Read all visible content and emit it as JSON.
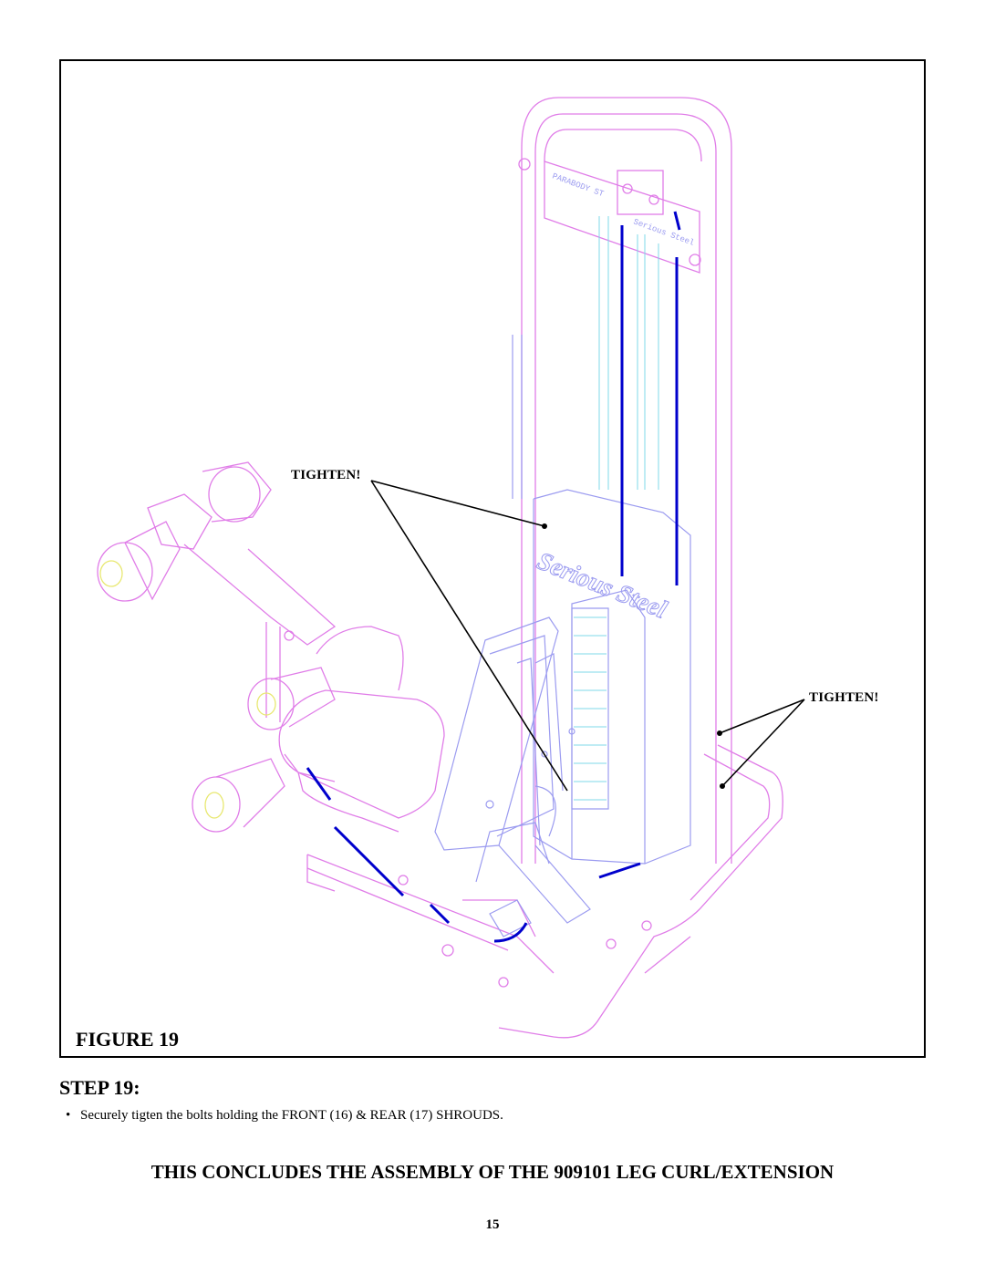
{
  "figure": {
    "caption": "FIGURE 19",
    "callout_left": "TIGHTEN!",
    "callout_right": "TIGHTEN!",
    "brand_text": "Serious Steel",
    "top_plate_text": "PARABODY ST",
    "top_plate_text_2": "Serious Steel",
    "line_colors": {
      "frame": "#e07de8",
      "cable": "#0000cc",
      "stack": "#9b9bf0",
      "weights": "#7fd8e8"
    }
  },
  "step": {
    "heading": "STEP 19:",
    "bullet": "•",
    "instruction": "Securely tigten the bolts holding the FRONT (16) & REAR (17) SHROUDS."
  },
  "conclusion": "THIS CONCLUDES THE ASSEMBLY OF THE 909101 LEG CURL/EXTENSION",
  "page_number": "15"
}
